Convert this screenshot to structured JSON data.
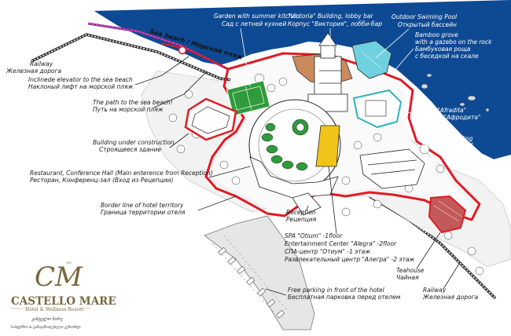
{
  "labels": {
    "garden": [
      "Garden with summer kitchen",
      "Сад с летней кухней"
    ],
    "victoria": [
      "\"Victoria\" Building, lobby bar",
      "Корпус \"Виктория\", лобби-бар"
    ],
    "pool": [
      "Outdoor Swiming Pool",
      "Открытый бассейн"
    ],
    "bamboo": [
      "Bamboo grove",
      "with a gazebo on the rock",
      "Бамбуковая роща",
      "с беседкой на скале"
    ],
    "sea_beach": "Sea beach / Морской пляж",
    "railway_left": [
      "Railway",
      "Железная дорога"
    ],
    "elevator": [
      "Inclinede elevator to the sea beach",
      "Наклоный лифт на морской пляж"
    ],
    "path": [
      "The path to the sea beach!",
      "Путь на морской пляж"
    ],
    "afrodita": [
      "Villa \"Afradita\"",
      "Вилла \"Афродита\""
    ],
    "diana": [
      "\"Diana\" Building",
      "Корпус \"Диана\""
    ],
    "construction": [
      "Building under construction",
      "Строящееся здание"
    ],
    "restaurant": [
      "Restaurant, Conference Hall (Main enterence from Reception)",
      "Ресторан, Конференц-зал (Вход из Рецепции)"
    ],
    "border": [
      "Border line of hotel territory",
      "Граница территории отеля"
    ],
    "reception": [
      "Reception",
      "Рецепция"
    ],
    "spa": [
      "SPA \"Otium\" -1floor",
      "Entertainment Center \"Alegra\" -2floor",
      "СПА-центр \"Отиум\" -1 этаж",
      "Развлекательный центр \"Алегра\" -2 этаж"
    ],
    "teahouse": [
      "Teahouse",
      "Чайная"
    ],
    "parking": [
      "Free parking in front of the hotel",
      "Бесплатная парковка перед отелем"
    ],
    "railway_right": [
      "Railway",
      "Железная дорога"
    ]
  },
  "logo": {
    "monogram": "CM",
    "tm": "TM",
    "name": "CASTELLO MARE",
    "subtitle": "Hotel & Wellness Resort",
    "georgian_name": "კასტელო მარე",
    "georgian_sub": "სასტუმრო & გამაჯანსაღებელი კურორტი"
  },
  "colors": {
    "sea": "#0e4a93",
    "border": "#e01b24",
    "lawn": "#2f9b3a",
    "pool": "#6fd1e0",
    "victoria_roof": "#c98a5c",
    "spa": "#f0c419",
    "teahouse": "#c25a5a",
    "elevator": "#8a2ea0",
    "gold": "#b89a5a"
  }
}
